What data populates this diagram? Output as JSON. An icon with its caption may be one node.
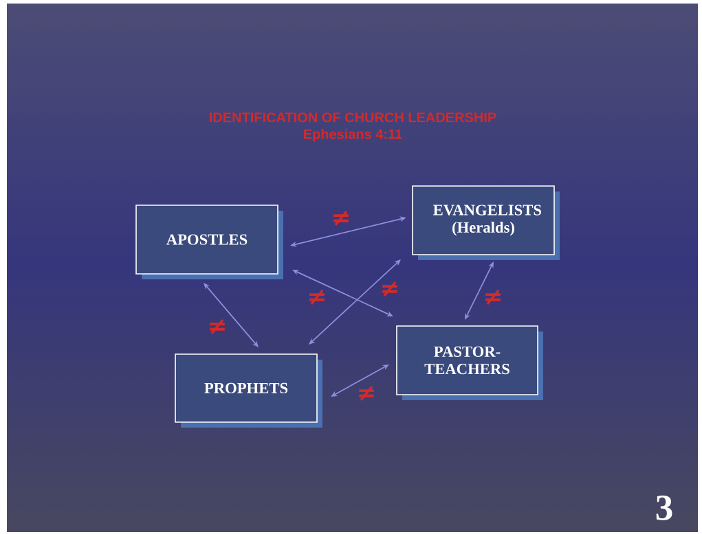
{
  "diagram": {
    "title": "IDENTIFICATION OF CHURCH LEADERSHIP",
    "nodes": [
      {
        "text": [
          "APOSTLES"
        ]
      },
      {
        "text": [
          "EVANGELISTS",
          "(Heralds)"
        ]
      },
      {
        "text": [
          "PROPHETS"
        ]
      },
      {
        "text": [
          "PASTOR-TEACHERS"
        ]
      }
    ],
    "edges": [
      {
        "from": 0,
        "to": 1,
        "arrow": "both",
        "label": "≠"
      },
      {
        "from": 0,
        "to": 3,
        "arrow": "both",
        "label": "≠"
      },
      {
        "from": 2,
        "to": 1,
        "arrow": "both",
        "label": "≠"
      },
      {
        "from": 0,
        "to": 2,
        "arrow": "both",
        "label": "≠"
      },
      {
        "from": 1,
        "to": 3,
        "arrow": "both",
        "label": "≠"
      },
      {
        "from": 2,
        "to": 3,
        "arrow": "both",
        "label": "≠"
      }
    ],
    "labels": [
      "Ephesians 4:11",
      "3"
    ]
  }
}
